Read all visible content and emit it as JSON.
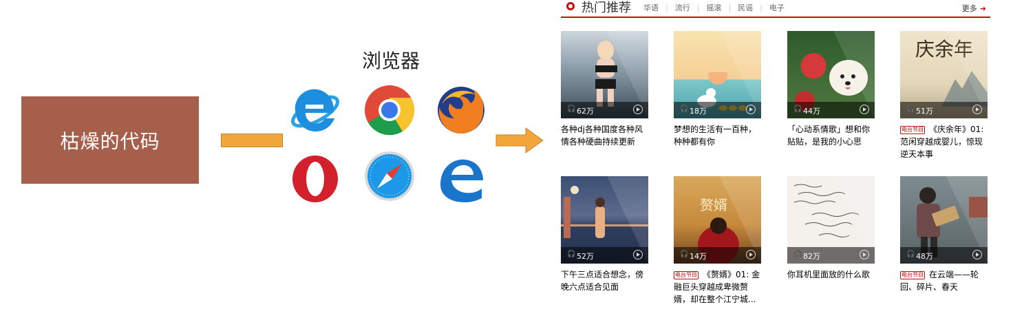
{
  "left_box": {
    "label": "枯燥的代码",
    "color": "#a65f4a"
  },
  "browsers": {
    "title": "浏览器",
    "icons": [
      "ie-icon",
      "chrome-icon",
      "firefox-icon",
      "opera-icon",
      "safari-icon",
      "edge-icon"
    ]
  },
  "panel": {
    "title": "热门推荐",
    "tags": [
      "华语",
      "流行",
      "摇滚",
      "民谣",
      "电子"
    ],
    "more": "更多",
    "accent": "#c10d0c",
    "radio_tag": "电台节目",
    "cards": [
      {
        "count": "62万",
        "title": "各种dj各种国度各种风情各种硬曲持续更新",
        "radio": false
      },
      {
        "count": "18万",
        "title": "梦想的生活有一百种，种种都有你",
        "radio": false
      },
      {
        "count": "44万",
        "title": "「心动系情歌」想和你贴贴，是我的小心思",
        "radio": false
      },
      {
        "count": "51万",
        "title": "《庆余年》01: 范闲穿越成婴儿，惊现逆天本事",
        "radio": true,
        "cover_text": "庆余年"
      },
      {
        "count": "52万",
        "title": "下午三点适合想念，傍晚六点适合见面",
        "radio": false
      },
      {
        "count": "14万",
        "title": "《赘婿》01: 金融巨头穿越成卑微赘婿，却在整个江宁城...",
        "radio": true,
        "cover_text": "赘婿"
      },
      {
        "count": "82万",
        "title": "你耳机里面放的什么歌",
        "radio": false
      },
      {
        "count": "48万",
        "title": "在云端——轮回、碎片、春天",
        "radio": true
      }
    ]
  }
}
